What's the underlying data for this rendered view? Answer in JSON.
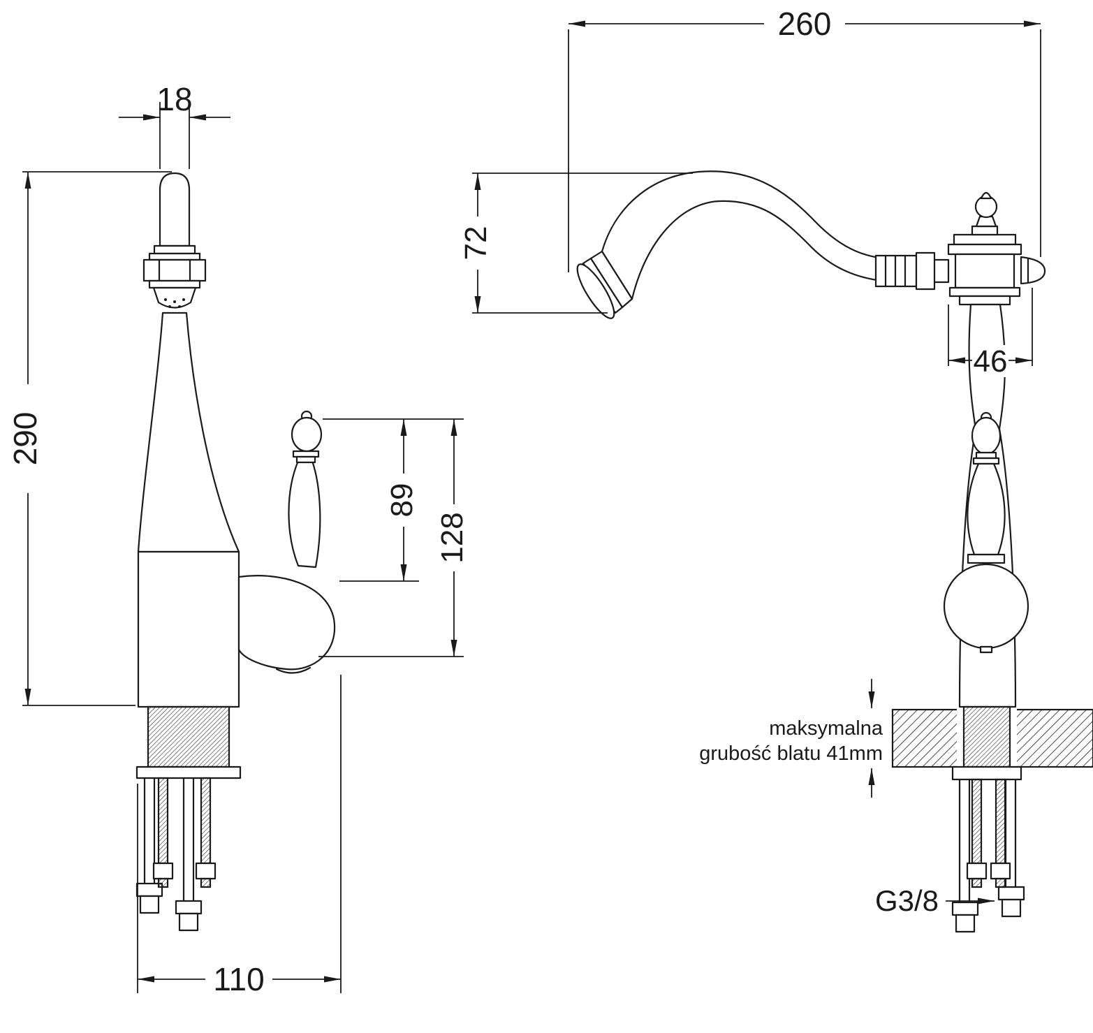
{
  "diagram": {
    "kind": "technical dimensional drawing",
    "subject": "single-lever kitchen faucet shown in front view (left) and side view (right) with mounting hardware and countertop cross-section",
    "units": "mm",
    "line_color": "#1a1a1a",
    "background_color": "#ffffff"
  },
  "front_view": {
    "dim_spout_tube_width": "18",
    "dim_total_height": "290",
    "dim_lever_height": "89",
    "dim_handle_height": "128",
    "dim_base_width": "110"
  },
  "side_view": {
    "dim_spout_reach": "260",
    "dim_spout_drop": "72",
    "dim_body_width": "46",
    "countertop_note_line1": "maksymalna",
    "countertop_note_line2": "grubość blatu 41mm",
    "thread_label": "G3/8"
  }
}
